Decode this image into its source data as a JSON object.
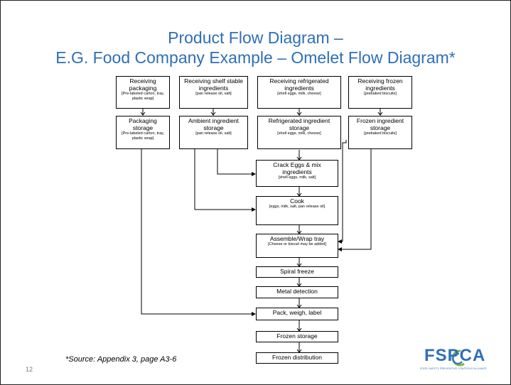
{
  "title": {
    "line1": "Product Flow Diagram –",
    "line2": "E.G. Food Company Example – Omelet Flow Diagram*"
  },
  "boxes": {
    "recv_pack": {
      "main": "Receiving packaging",
      "sub": "[Pre-labeled carton, tray, plastic wrap]"
    },
    "recv_shelf": {
      "main": "Receiving shelf stable ingredients",
      "sub": "[pan release oil, salt]"
    },
    "recv_refrig": {
      "main": "Receiving refrigerated ingredients",
      "sub": "[shell eggs, milk, cheese]"
    },
    "recv_frozen": {
      "main": "Receiving frozen ingredients",
      "sub": "[prebaked biscuits]"
    },
    "pack_storage": {
      "main": "Packaging storage",
      "sub": "[Pre-labeled carton, tray, plastic wrap]"
    },
    "ambient_storage": {
      "main": "Ambient ingredient storage",
      "sub": "[pan release oil, salt]"
    },
    "refrig_storage": {
      "main": "Refrigerated ingredient storage",
      "sub": "[shell eggs, milk, cheese]"
    },
    "frozen_storage_ing": {
      "main": "Frozen ingredient storage",
      "sub": "[prebaked biscuits]"
    },
    "crack_eggs": {
      "main": "Crack Eggs & mix ingredients",
      "sub": "[shell eggs, milk, salt]"
    },
    "cook": {
      "main": "Cook",
      "sub": "[eggs, milk, salt, pan release oil]"
    },
    "assemble": {
      "main": "Assemble/Wrap tray",
      "sub": "[Cheese or biscuit may be added]"
    },
    "spiral_freeze": {
      "main": "Spiral freeze"
    },
    "metal_detection": {
      "main": "Metal detection"
    },
    "pack_weigh": {
      "main": "Pack, weigh, label"
    },
    "frozen_storage": {
      "main": "Frozen storage"
    },
    "frozen_distribution": {
      "main": "Frozen distribution"
    }
  },
  "footer": {
    "source": "*Source: Appendix 3, page A3-6",
    "page_number": "12"
  },
  "logo": {
    "text": "FSPCA",
    "subtitle": "FOOD SAFETY PREVENTIVE CONTROLS ALLIANCE"
  },
  "colors": {
    "title": "#2f6fb6",
    "logo": "#2f6fb6",
    "logo_accent": "#7ab648",
    "box_border": "#000000"
  }
}
